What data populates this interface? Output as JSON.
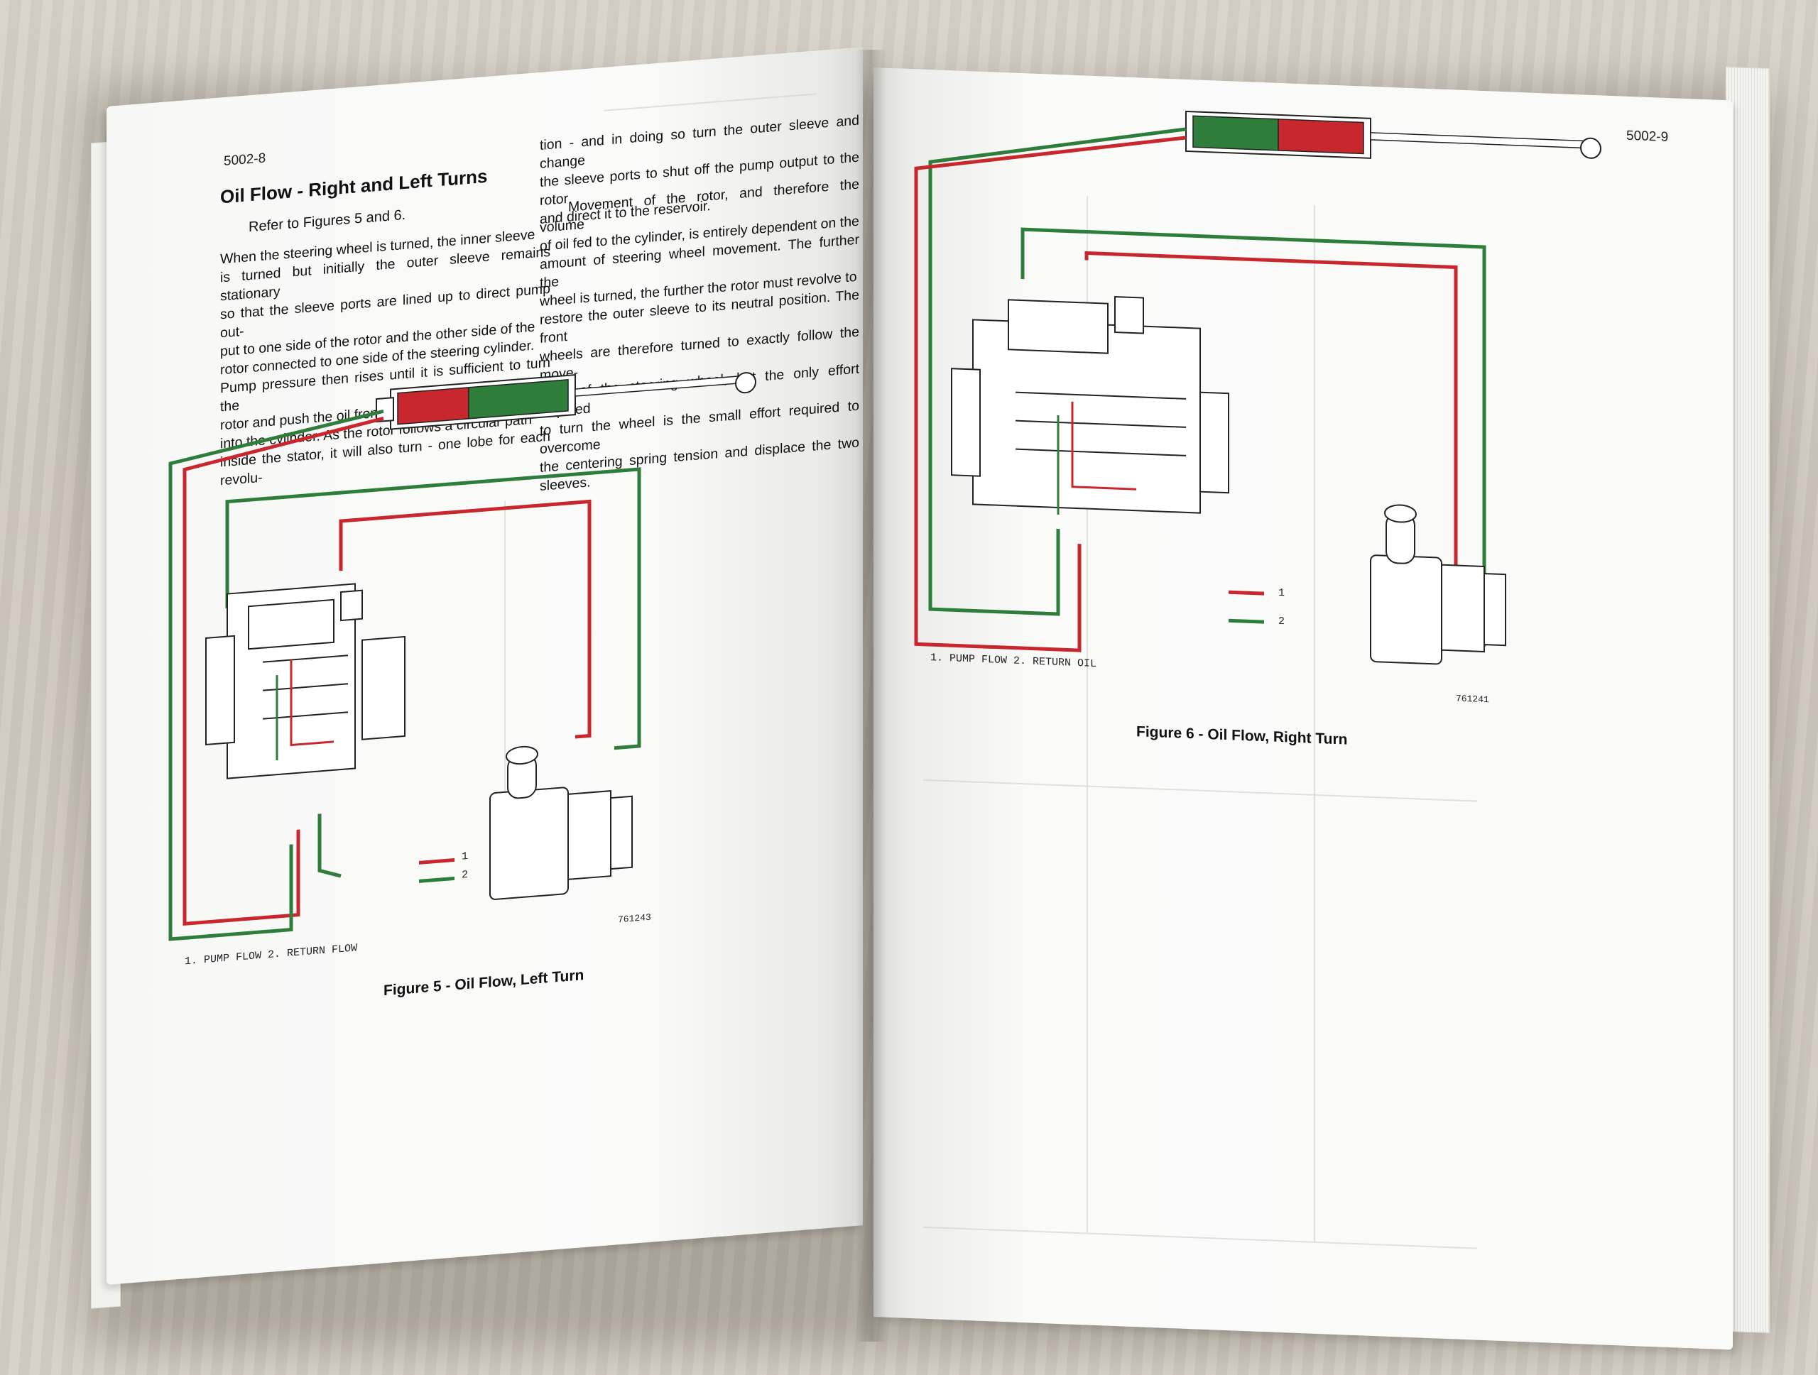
{
  "left_page": {
    "page_number": "5002-8",
    "heading": "Oil Flow - Right and Left Turns",
    "refer": "Refer to Figures 5 and 6.",
    "col1_paragraph": "When the steering wheel is turned, the inner sleeve\nis turned but initially the outer sleeve remains stationary\nso that the sleeve ports are lined up to direct pump out-\nput to one side of the rotor and the other side of the\nrotor connected to one side of the steering cylinder.\nPump pressure then rises until it is sufficient to turn the\nrotor and push the oil from the outlet side of the rotor\ninto the cylinder. As the rotor follows a circular path\ninside the stator, it will also turn - one lobe for each revolu-",
    "col2_paragraph1": "tion - and in doing so turn the outer sleeve and change\nthe sleeve ports to shut off the pump output to the rotor\nand direct it to the reservoir.",
    "col2_paragraph2": "Movement of the rotor, and therefore the volume\nof oil fed to the cylinder, is entirely dependent on the\namount of steering wheel movement. The further the\nwheel is turned, the further the rotor must revolve to\nrestore the outer sleeve to its neutral position. The front\nwheels are therefore turned to exactly follow the move-\nment of the steering wheel, but the only effort required\nto turn the wheel is the small effort required to overcome\nthe centering spring tension and displace the two sleeves.",
    "figure": {
      "legend_1": "1",
      "legend_2": "2",
      "labels": "1.  PUMP FLOW     2.  RETURN FLOW",
      "number": "761243",
      "caption": "Figure 5 - Oil Flow, Left Turn"
    }
  },
  "right_page": {
    "page_number": "5002-9",
    "figure": {
      "legend_1": "1",
      "legend_2": "2",
      "labels": "1.  PUMP FLOW     2.  RETURN OIL",
      "number": "761241",
      "caption": "Figure 6 - Oil Flow, Right Turn"
    }
  },
  "colors": {
    "pump_flow": "#c8282d",
    "return_flow": "#2e7d3b",
    "paper": "#fafaf9",
    "ink": "#111111"
  }
}
